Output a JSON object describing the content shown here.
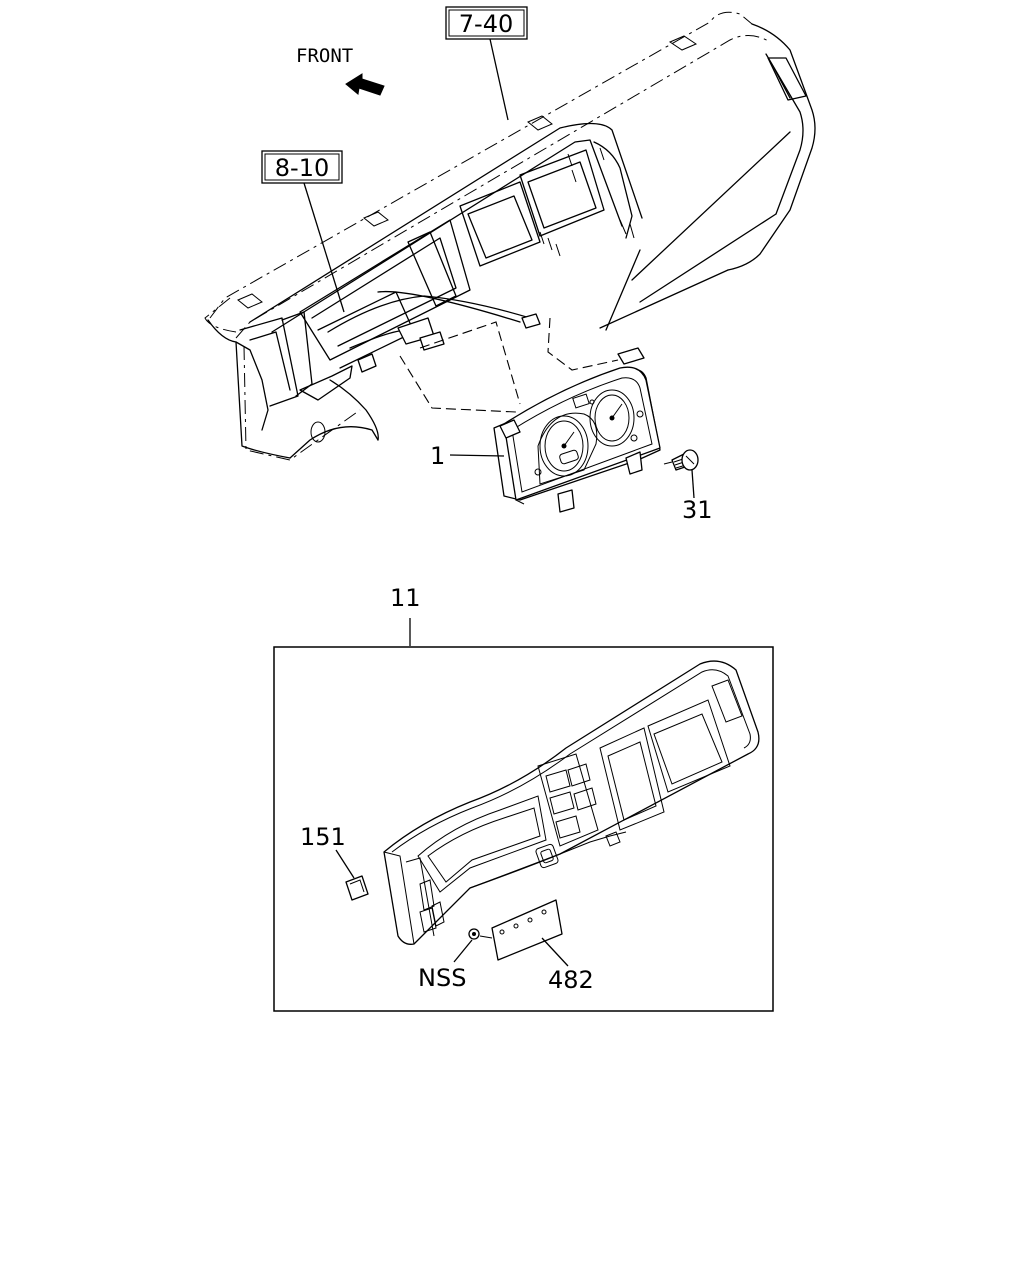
{
  "direction_label": "FRONT",
  "references": {
    "ref_7_40": "7-40",
    "ref_8_10": "8-10"
  },
  "callouts": {
    "cluster": "1",
    "screw": "31",
    "bezel_assembly": "11",
    "clip": "151",
    "nss": "NSS",
    "plate": "482"
  }
}
